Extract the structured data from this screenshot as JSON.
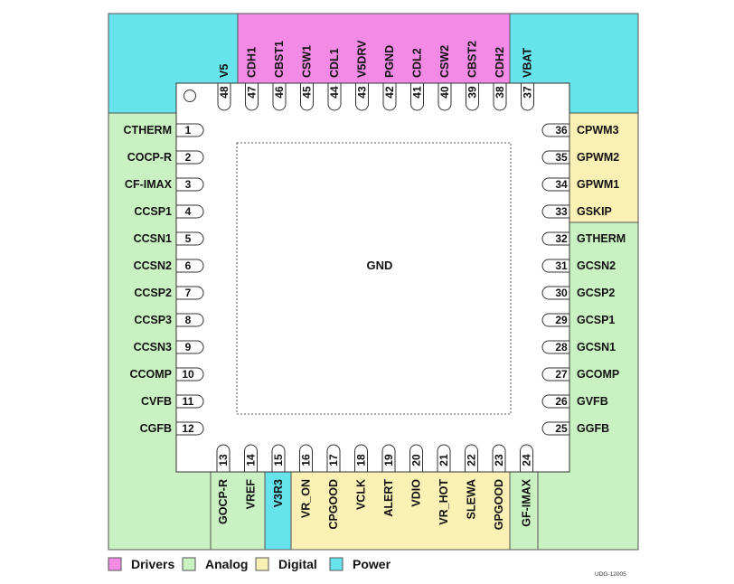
{
  "colors": {
    "drivers": "#f28ae6",
    "analog": "#c9f1c1",
    "digital": "#fbf1b4",
    "power": "#67e3ec",
    "package": "#ffffff"
  },
  "center_label": "GND",
  "pins": {
    "left": [
      {
        "num": "1",
        "name": "CTHERM",
        "group": "analog"
      },
      {
        "num": "2",
        "name": "COCP-R",
        "group": "analog"
      },
      {
        "num": "3",
        "name": "CF-IMAX",
        "group": "analog"
      },
      {
        "num": "4",
        "name": "CCSP1",
        "group": "analog"
      },
      {
        "num": "5",
        "name": "CCSN1",
        "group": "analog"
      },
      {
        "num": "6",
        "name": "CCSN2",
        "group": "analog"
      },
      {
        "num": "7",
        "name": "CCSP2",
        "group": "analog"
      },
      {
        "num": "8",
        "name": "CCSP3",
        "group": "analog"
      },
      {
        "num": "9",
        "name": "CCSN3",
        "group": "analog"
      },
      {
        "num": "10",
        "name": "CCOMP",
        "group": "analog"
      },
      {
        "num": "11",
        "name": "CVFB",
        "group": "analog"
      },
      {
        "num": "12",
        "name": "CGFB",
        "group": "analog"
      }
    ],
    "bottom": [
      {
        "num": "13",
        "name": "GOCP-R",
        "group": "analog"
      },
      {
        "num": "14",
        "name": "VREF",
        "group": "analog"
      },
      {
        "num": "15",
        "name": "V3R3",
        "group": "power"
      },
      {
        "num": "16",
        "name": "VR_ON",
        "group": "digital"
      },
      {
        "num": "17",
        "name": "CPGOOD",
        "group": "digital"
      },
      {
        "num": "18",
        "name": "VCLK",
        "group": "digital"
      },
      {
        "num": "19",
        "name": "ALERT",
        "group": "digital"
      },
      {
        "num": "20",
        "name": "VDIO",
        "group": "digital"
      },
      {
        "num": "21",
        "name": "VR_HOT",
        "group": "digital"
      },
      {
        "num": "22",
        "name": "SLEWA",
        "group": "digital"
      },
      {
        "num": "23",
        "name": "GPGOOD",
        "group": "digital"
      },
      {
        "num": "24",
        "name": "GF-IMAX",
        "group": "analog"
      }
    ],
    "right": [
      {
        "num": "25",
        "name": "GGFB",
        "group": "analog"
      },
      {
        "num": "26",
        "name": "GVFB",
        "group": "analog"
      },
      {
        "num": "27",
        "name": "GCOMP",
        "group": "analog"
      },
      {
        "num": "28",
        "name": "GCSN1",
        "group": "analog"
      },
      {
        "num": "29",
        "name": "GCSP1",
        "group": "analog"
      },
      {
        "num": "30",
        "name": "GCSP2",
        "group": "analog"
      },
      {
        "num": "31",
        "name": "GCSN2",
        "group": "analog"
      },
      {
        "num": "32",
        "name": "GTHERM",
        "group": "analog"
      },
      {
        "num": "33",
        "name": "GSKIP",
        "group": "digital"
      },
      {
        "num": "34",
        "name": "GPWM1",
        "group": "digital"
      },
      {
        "num": "35",
        "name": "GPWM2",
        "group": "digital"
      },
      {
        "num": "36",
        "name": "CPWM3",
        "group": "digital"
      }
    ],
    "top": [
      {
        "num": "48",
        "name": "V5",
        "group": "power"
      },
      {
        "num": "47",
        "name": "CDH1",
        "group": "drivers"
      },
      {
        "num": "46",
        "name": "CBST1",
        "group": "drivers"
      },
      {
        "num": "45",
        "name": "CSW1",
        "group": "drivers"
      },
      {
        "num": "44",
        "name": "CDL1",
        "group": "drivers"
      },
      {
        "num": "43",
        "name": "V5DRV",
        "group": "drivers"
      },
      {
        "num": "42",
        "name": "PGND",
        "group": "drivers"
      },
      {
        "num": "41",
        "name": "CDL2",
        "group": "drivers"
      },
      {
        "num": "40",
        "name": "CSW2",
        "group": "drivers"
      },
      {
        "num": "39",
        "name": "CBST2",
        "group": "drivers"
      },
      {
        "num": "38",
        "name": "CDH2",
        "group": "drivers"
      },
      {
        "num": "37",
        "name": "VBAT",
        "group": "power"
      }
    ]
  },
  "legend": [
    {
      "key": "drivers",
      "label": "Drivers"
    },
    {
      "key": "analog",
      "label": "Analog"
    },
    {
      "key": "digital",
      "label": "Digital"
    },
    {
      "key": "power",
      "label": "Power"
    }
  ],
  "footnote": "UDG-12005"
}
